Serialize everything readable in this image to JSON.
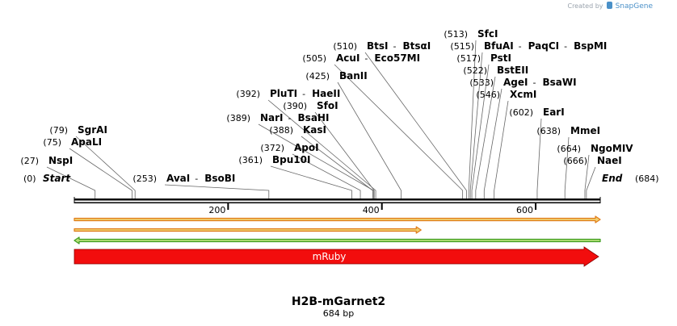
{
  "credit": {
    "prefix": "Created by",
    "brand": "SnapGene"
  },
  "sequence": {
    "name": "H2B-mGarnet2",
    "length_text": "684 bp",
    "length": 684
  },
  "ends": {
    "start": {
      "num": "(0)",
      "label": "Start"
    },
    "end": {
      "label": "End",
      "num": "(684)"
    }
  },
  "ticks": [
    {
      "pos": 200,
      "label": "200"
    },
    {
      "pos": 400,
      "label": "400"
    },
    {
      "pos": 600,
      "label": "600"
    }
  ],
  "sites": [
    {
      "pos": 27,
      "num": "(27)",
      "names": [
        "NspI"
      ]
    },
    {
      "pos": 75,
      "num": "(75)",
      "names": [
        "ApaLI"
      ]
    },
    {
      "pos": 79,
      "num": "(79)",
      "names": [
        "SgrAI"
      ]
    },
    {
      "pos": 253,
      "num": "(253)",
      "names": [
        "AvaI",
        "BsoBI"
      ]
    },
    {
      "pos": 361,
      "num": "(361)",
      "names": [
        "Bpu10I"
      ]
    },
    {
      "pos": 372,
      "num": "(372)",
      "names": [
        "ApoI"
      ]
    },
    {
      "pos": 388,
      "num": "(388)",
      "names": [
        "KasI"
      ]
    },
    {
      "pos": 389,
      "num": "(389)",
      "names": [
        "NarI",
        "BsaHI"
      ]
    },
    {
      "pos": 390,
      "num": "(390)",
      "names": [
        "SfoI"
      ]
    },
    {
      "pos": 392,
      "num": "(392)",
      "names": [
        "PluTI",
        "HaeII"
      ]
    },
    {
      "pos": 425,
      "num": "(425)",
      "names": [
        "BanII"
      ]
    },
    {
      "pos": 505,
      "num": "(505)",
      "names": [
        "AcuI",
        "Eco57MI"
      ]
    },
    {
      "pos": 510,
      "num": "(510)",
      "names": [
        "BtsI",
        "BtsαI"
      ]
    },
    {
      "pos": 513,
      "num": "(513)",
      "names": [
        "SfcI"
      ]
    },
    {
      "pos": 515,
      "num": "(515)",
      "names": [
        "BfuAI",
        "PaqCI",
        "BspMI"
      ]
    },
    {
      "pos": 517,
      "num": "(517)",
      "names": [
        "PstI"
      ]
    },
    {
      "pos": 522,
      "num": "(522)",
      "names": [
        "BstEII"
      ]
    },
    {
      "pos": 533,
      "num": "(533)",
      "names": [
        "AgeI",
        "BsaWI"
      ]
    },
    {
      "pos": 546,
      "num": "(546)",
      "names": [
        "XcmI"
      ]
    },
    {
      "pos": 602,
      "num": "(602)",
      "names": [
        "EarI"
      ]
    },
    {
      "pos": 638,
      "num": "(638)",
      "names": [
        "MmeI"
      ]
    },
    {
      "pos": 664,
      "num": "(664)",
      "names": [
        "NgoMIV"
      ]
    },
    {
      "pos": 666,
      "num": "(666)",
      "names": [
        "NaeI"
      ]
    }
  ],
  "tracks": [
    {
      "name": "orf-forward-full",
      "start": 0,
      "end": 684,
      "direction": "forward",
      "fill": "#f0d070",
      "stroke": "#e07c1a"
    },
    {
      "name": "orf-forward-partial",
      "start": 0,
      "end": 451,
      "direction": "forward",
      "fill": "#f0d070",
      "stroke": "#e07c1a"
    },
    {
      "name": "orf-reverse-full",
      "start": 0,
      "end": 684,
      "direction": "reverse",
      "fill": "#b6e07a",
      "stroke": "#3e9c1e"
    }
  ],
  "feature": {
    "label": "mRuby",
    "start": 0,
    "end": 684,
    "direction": "forward",
    "color": "#f20d0d"
  },
  "colors": {
    "accent": "#4a90c8"
  }
}
